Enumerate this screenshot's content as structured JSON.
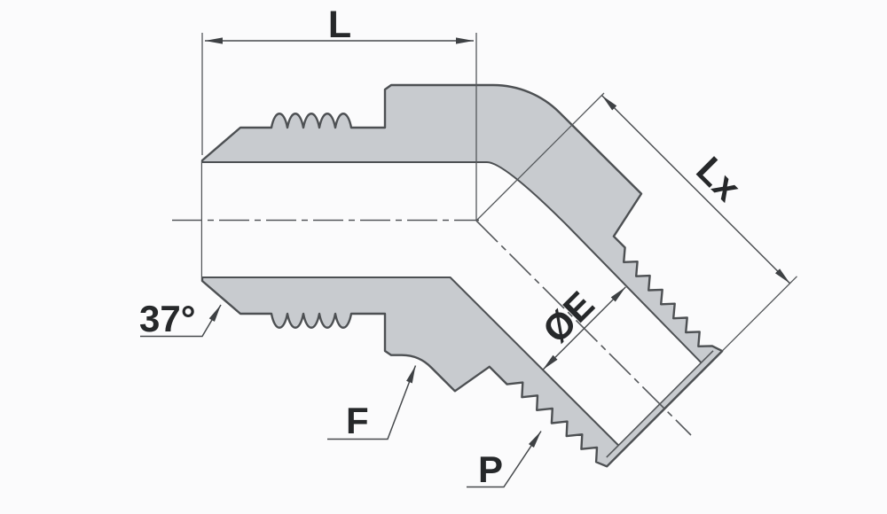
{
  "drawing": {
    "description": "Dimensional outline drawing of a 45-degree male elbow tube fitting (37-degree flared end to tapered pipe-thread end)",
    "labels": {
      "dim_length": "L",
      "dim_length_diag": "Lx",
      "flare_angle": "37°",
      "dim_diameter": "ØE",
      "hex_ref": "F",
      "pipe_thread_ref": "P"
    },
    "colors": {
      "background": "#fbfbfc",
      "body_fill": "#c8cbcf",
      "line": "#4d5053",
      "text": "#26282a"
    }
  }
}
